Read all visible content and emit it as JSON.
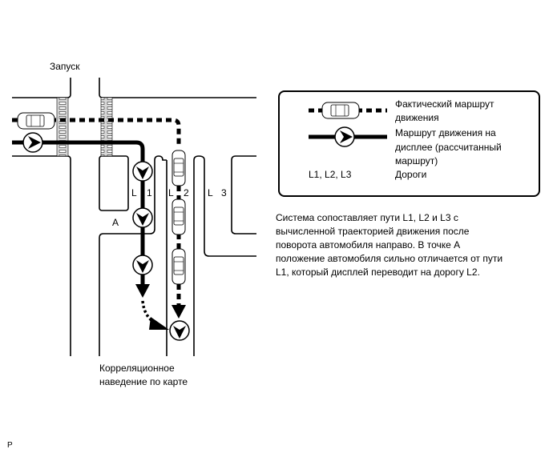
{
  "diagram": {
    "start_label": "Запуск",
    "point_label": "A",
    "roads": [
      {
        "letter": "L",
        "number": "1"
      },
      {
        "letter": "L",
        "number": "2"
      },
      {
        "letter": "L",
        "number": "3"
      }
    ],
    "map_matching_label": [
      "Корреляционное",
      "наведение по карте"
    ]
  },
  "legend": {
    "actual_route": [
      "Фактический маршрут",
      "движения"
    ],
    "display_route": [
      "Маршрут движения на",
      "дисплее (рассчитанный",
      "маршрут)"
    ],
    "roads_key": "L1, L2, L3",
    "roads_value": "Дороги"
  },
  "description": [
    "Система сопоставляет пути L1, L2 и L3 с",
    "вычисленной траекторией движения после",
    "поворота автомобиля направо.  В точке A",
    "положение автомобиля сильно отличается от пути",
    "L1, который дисплей переводит на дорогу L2."
  ],
  "footer_code": "P",
  "colors": {
    "line": "#000000",
    "background": "#ffffff",
    "crosswalk": "#d8d8d8"
  }
}
